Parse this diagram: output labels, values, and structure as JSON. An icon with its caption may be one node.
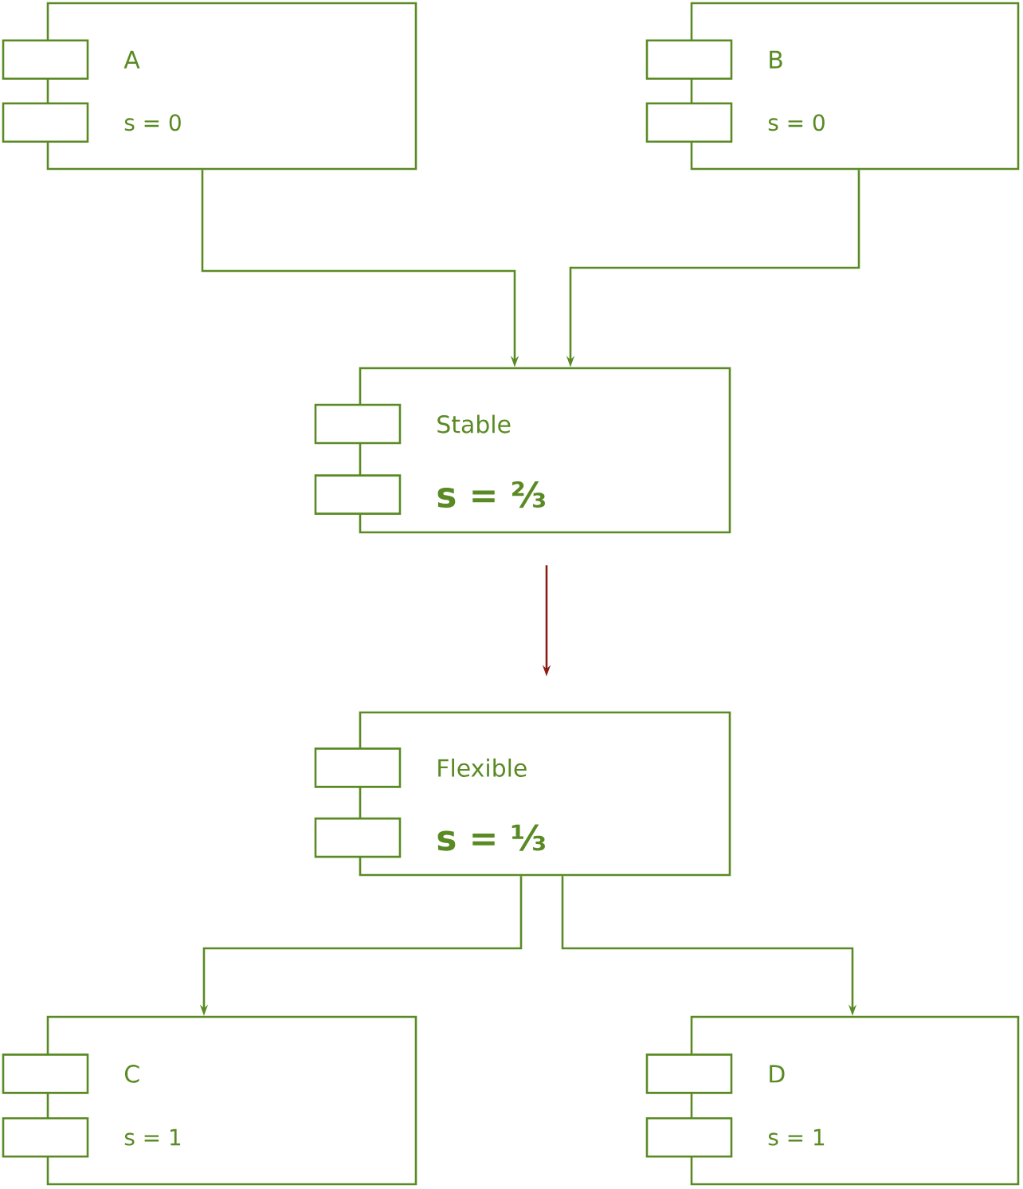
{
  "diagram": {
    "nodes": [
      {
        "text": [
          "A",
          "s = 0"
        ]
      },
      {
        "text": [
          "B",
          "s = 0"
        ]
      },
      {
        "text": [
          "Stable",
          "s = ⅔"
        ]
      },
      {
        "text": [
          "Flexible",
          "s = ⅓"
        ]
      },
      {
        "text": [
          "C",
          "s = 1"
        ]
      },
      {
        "text": [
          "D",
          "s = 1"
        ]
      }
    ],
    "edges": [
      {
        "from": 0,
        "to": 2,
        "arrow": "to"
      },
      {
        "from": 1,
        "to": 2,
        "arrow": "to"
      },
      {
        "from": 2,
        "to": 3,
        "arrow": "to",
        "color": "#8b1c13"
      },
      {
        "from": 3,
        "to": 4,
        "arrow": "to"
      },
      {
        "from": 3,
        "to": 5,
        "arrow": "to"
      }
    ]
  }
}
